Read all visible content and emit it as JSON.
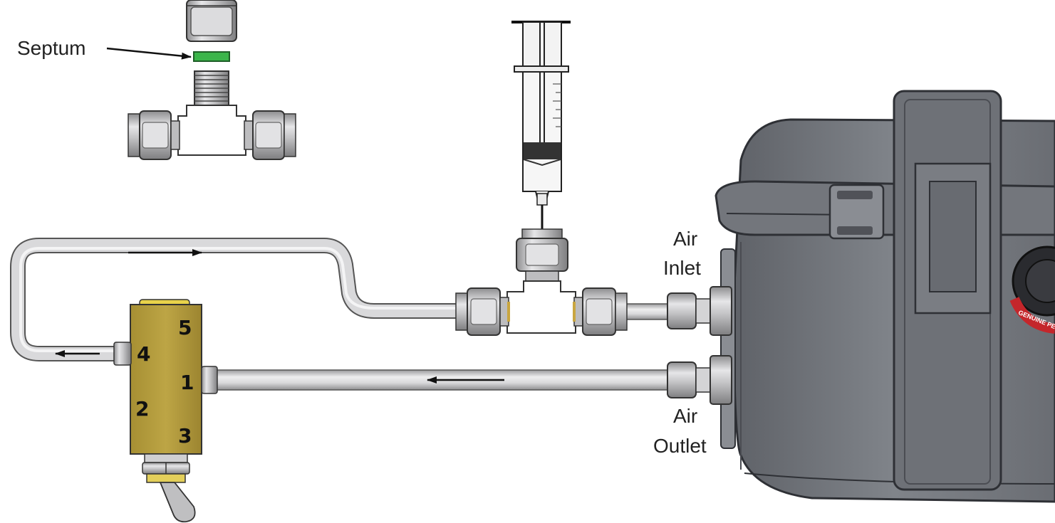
{
  "labels": {
    "septum": "Septum",
    "air_inlet_line1": "Air",
    "air_inlet_line2": "Inlet",
    "air_outlet_line1": "Air",
    "air_outlet_line2": "Outlet"
  },
  "valve_ports": [
    "5",
    "4",
    "1",
    "2",
    "3"
  ],
  "case_emblem": "GENUINE PEL",
  "colors": {
    "tube": "#c9c9cb",
    "fitting": "#cfcfd1",
    "valve_body": "#b9a240",
    "septum": "#3bb54a",
    "case": "#7b7e84",
    "syringe_liquid": "#333333"
  }
}
